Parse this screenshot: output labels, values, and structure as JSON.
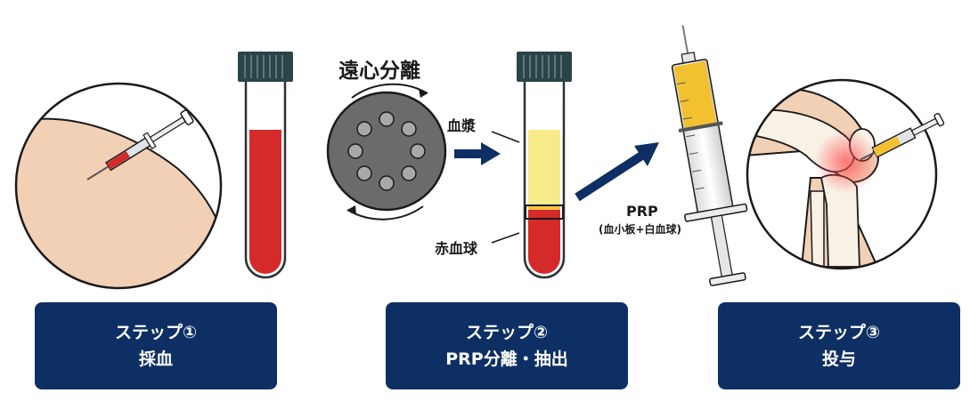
{
  "centrifuge_label": "遠心分離",
  "plasma_label": "血漿",
  "rbc_label": "赤血球",
  "prp_label": "PRP",
  "prp_sub_label": "(血小板+白血球)",
  "steps": [
    {
      "title": "ステップ①",
      "action": "採血"
    },
    {
      "title": "ステップ②",
      "action": "PRP分離・抽出"
    },
    {
      "title": "ステップ③",
      "action": "投与"
    }
  ],
  "colors": {
    "navy": "#0e2f63",
    "blood": "#d42a2a",
    "plasma": "#f7ea8a",
    "cap": "#2a4448",
    "rotor": "#6b6b6b",
    "skin": "#f2d0b6"
  },
  "icons": [
    "syringe-icon",
    "test-tube-icon",
    "centrifuge-icon",
    "knee-joint-icon",
    "arrow-right-icon"
  ]
}
